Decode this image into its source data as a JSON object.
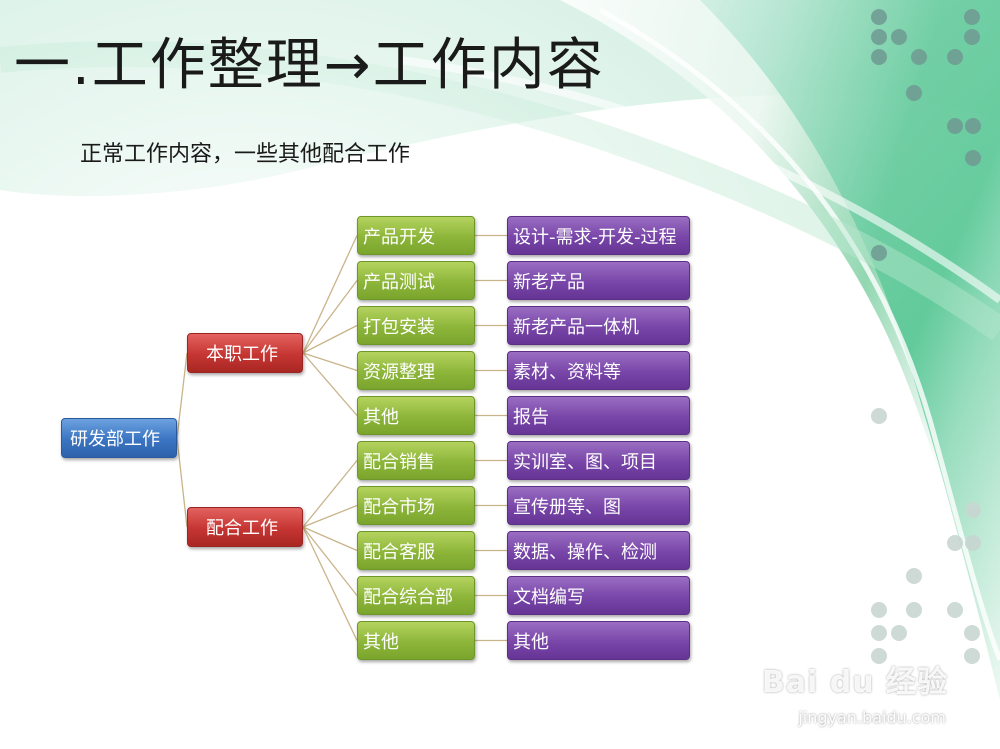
{
  "slide": {
    "title": "一.工作整理→工作内容",
    "subtitle": "正常工作内容，一些其他配合工作"
  },
  "diagram": {
    "root": "研发部工作",
    "branches": [
      {
        "label": "本职工作",
        "items": [
          {
            "task": "产品开发",
            "detail": "设计-需求-开发-过程"
          },
          {
            "task": "产品测试",
            "detail": "新老产品"
          },
          {
            "task": "打包安装",
            "detail": "新老产品一体机"
          },
          {
            "task": "资源整理",
            "detail": "素材、资料等"
          },
          {
            "task": "其他",
            "detail": "报告"
          }
        ]
      },
      {
        "label": "配合工作",
        "items": [
          {
            "task": "配合销售",
            "detail": "实训室、图、项目"
          },
          {
            "task": "配合市场",
            "detail": "宣传册等、图"
          },
          {
            "task": "配合客服",
            "detail": "数据、操作、检测"
          },
          {
            "task": "配合综合部",
            "detail": "文档编写"
          },
          {
            "task": "其他",
            "detail": "其他"
          }
        ]
      }
    ]
  },
  "colors": {
    "root": "#3a74c2",
    "branch": "#c53532",
    "task": "#8cb53a",
    "detail": "#7845a8",
    "connector": "#c9b48a"
  },
  "watermark": {
    "brand": "Bai du 经验",
    "url": "jingyan.baidu.com"
  }
}
